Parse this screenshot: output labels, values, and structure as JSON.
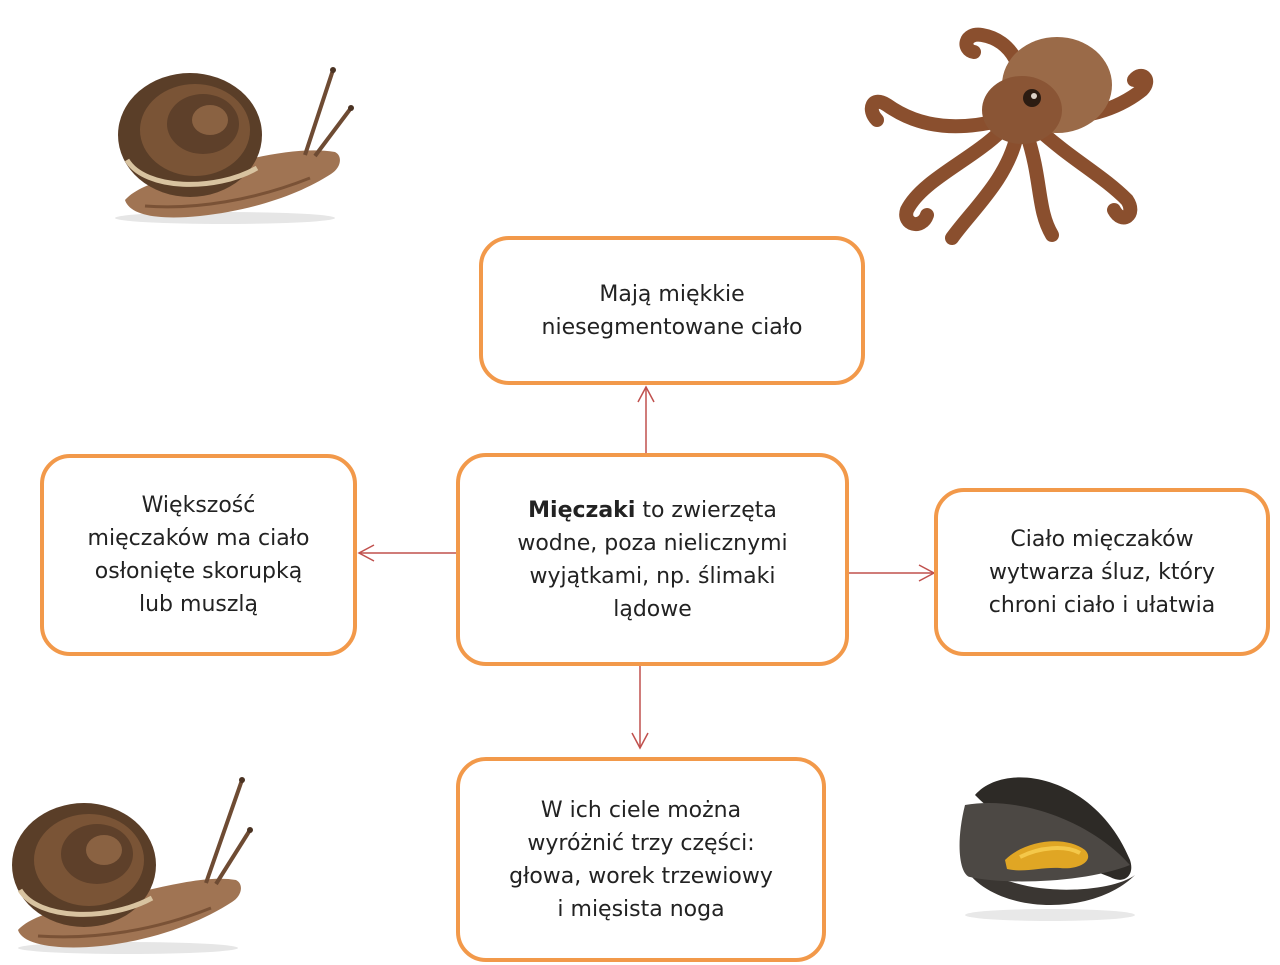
{
  "center": {
    "bold": "Mięczaki",
    "line1_rest": " to zwierzęta",
    "lines": [
      "wodne, poza nielicznymi",
      "wyjątkami, np. ślimaki",
      "lądowe"
    ]
  },
  "top": {
    "lines": [
      "Mają miękkie",
      "niesegmentowane ciało"
    ]
  },
  "left": {
    "lines": [
      "Większość",
      "mięczaków ma ciało",
      "osłonięte skorupką",
      "lub muszlą"
    ]
  },
  "right": {
    "lines": [
      "Ciało mięczaków",
      "wytwarza śluz, który",
      "chroni ciało i  ułatwia"
    ]
  },
  "bottom": {
    "lines": [
      "W ich ciele można",
      "wyróżnić trzy części:",
      "głowa, worek trzewiowy",
      "i mięsista noga"
    ]
  },
  "colors": {
    "box_border": "#f2994a",
    "arrow": "#c0504d"
  },
  "images": [
    "snail-image",
    "octopus-image",
    "snail-image",
    "mussel-image"
  ]
}
